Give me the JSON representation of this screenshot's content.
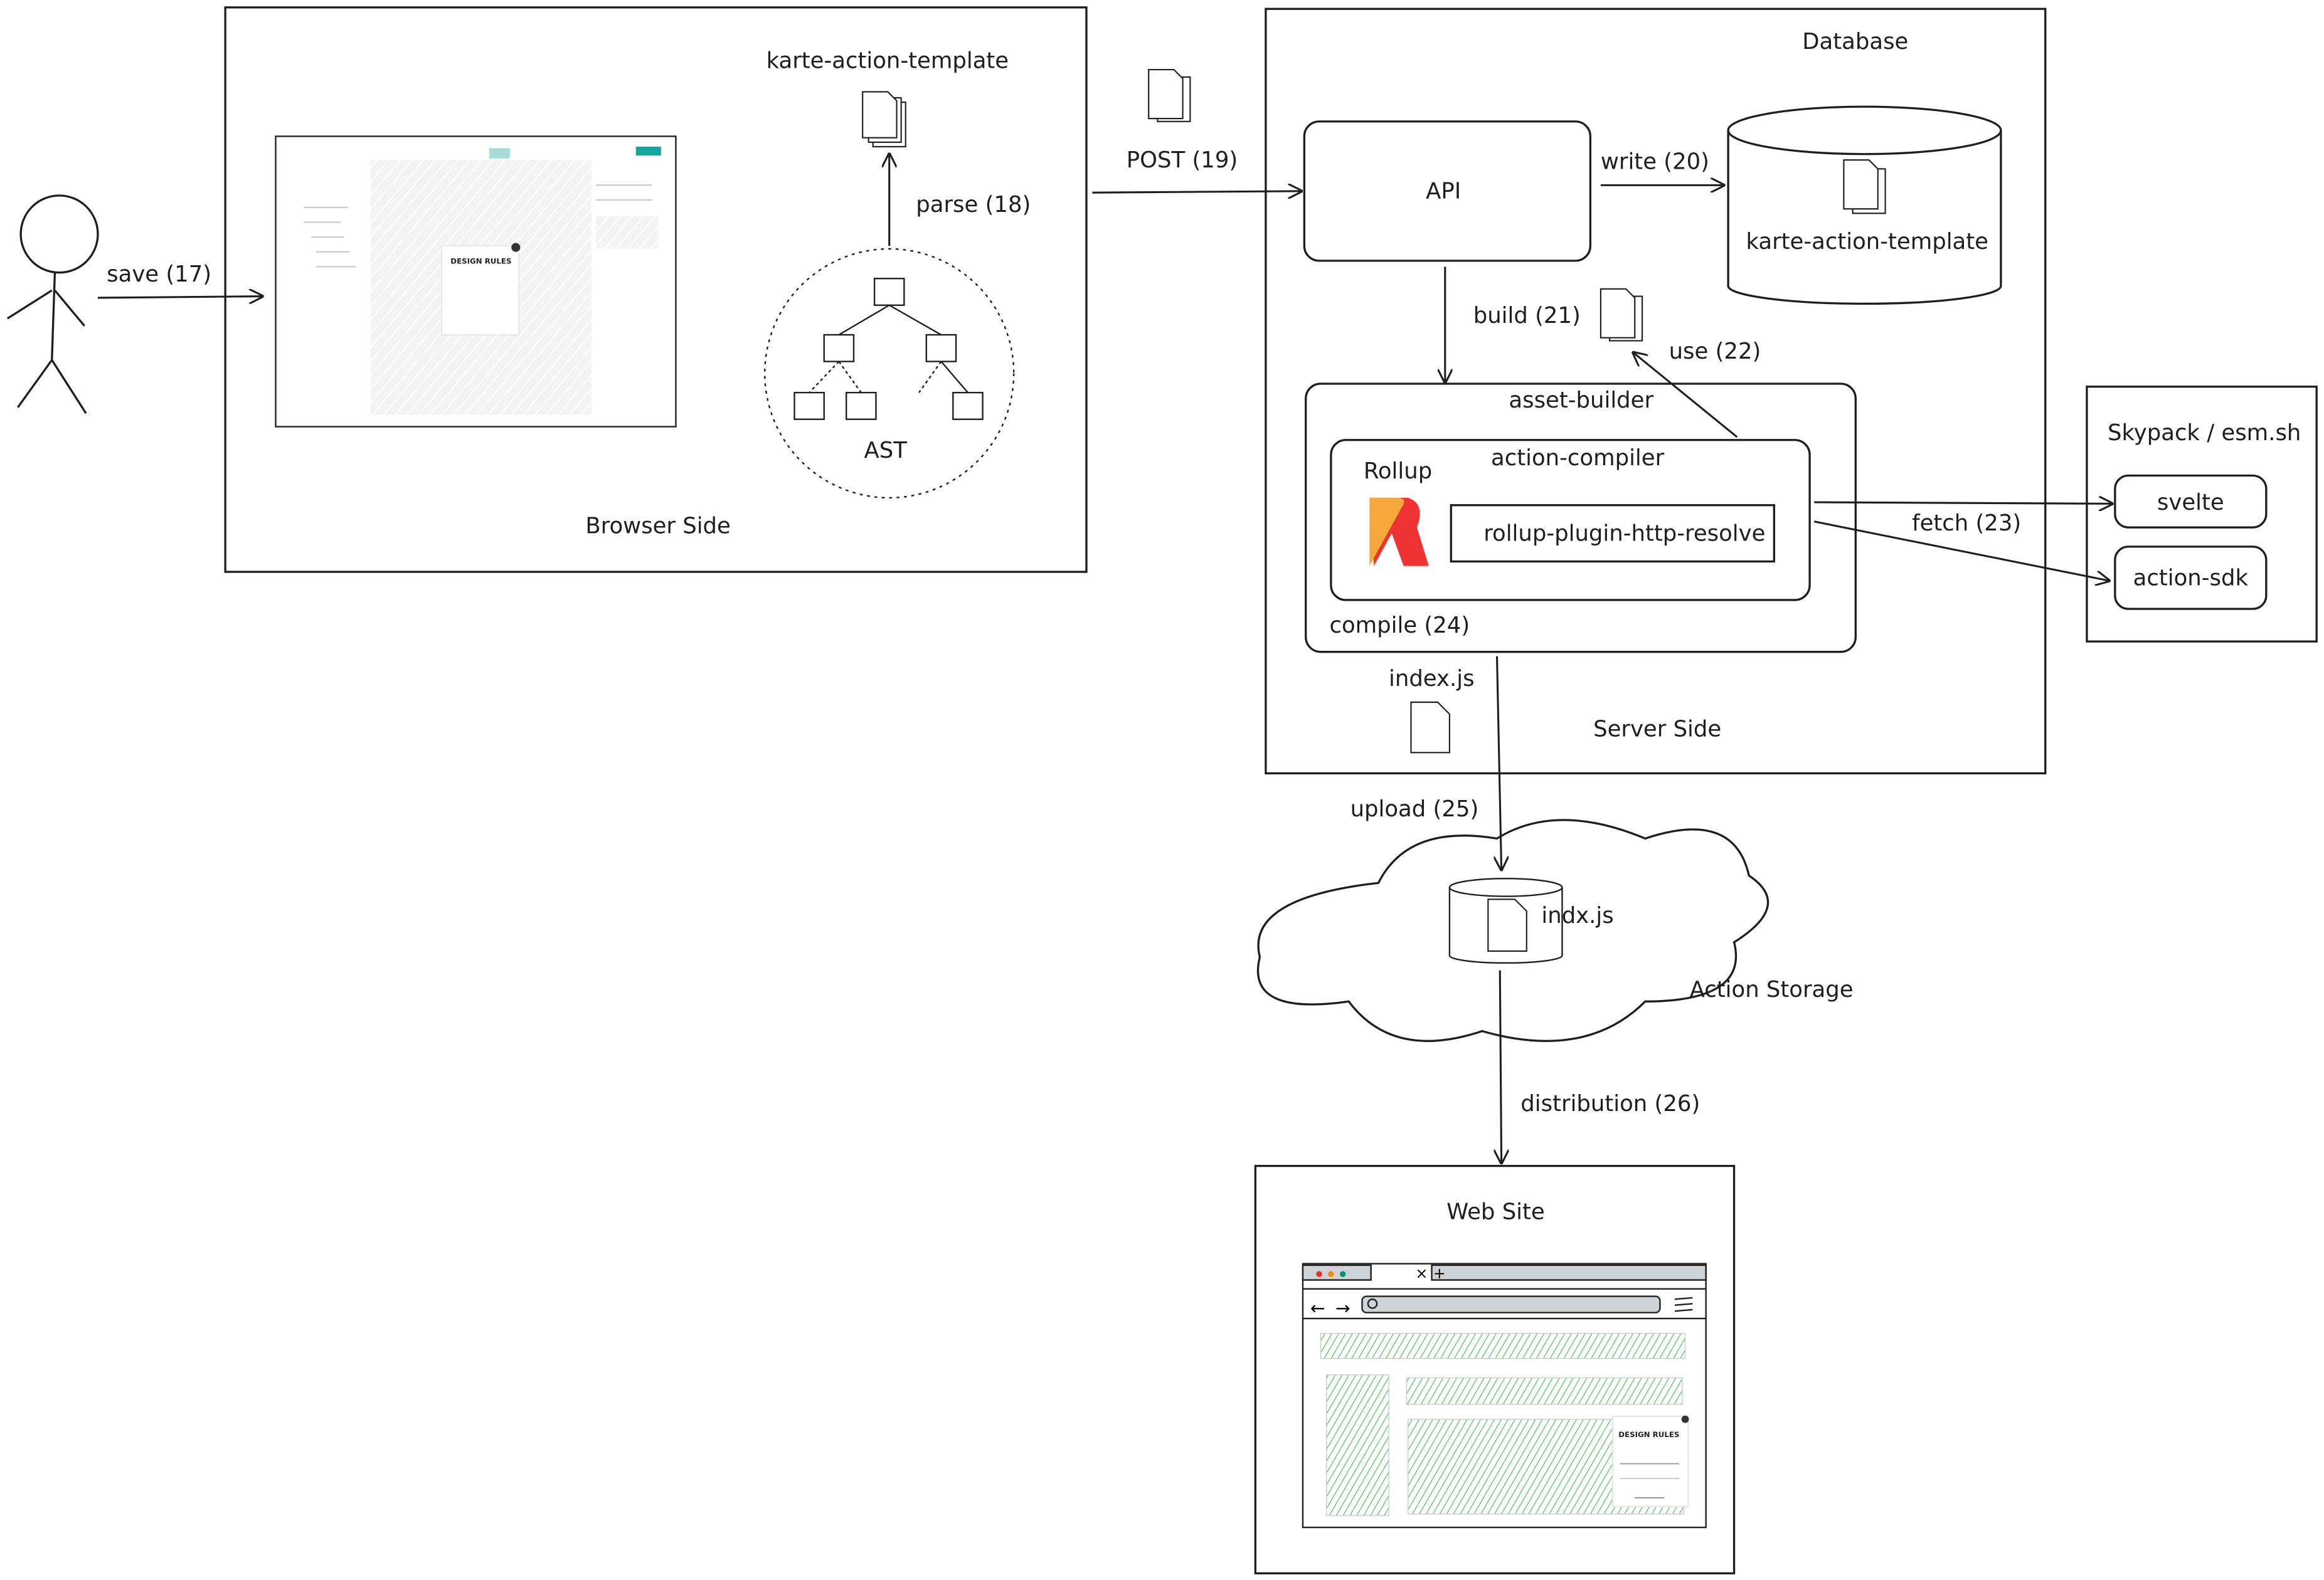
{
  "actor": {
    "label": "save (17)"
  },
  "browser_side": {
    "label": "Browser Side",
    "template_label": "karte-action-template",
    "parse_label": "parse (18)",
    "ast_label": "AST",
    "editor_preview": {
      "headline": "DESIGN RULES"
    }
  },
  "post_label": "POST (19)",
  "server_side": {
    "label": "Server Side",
    "database_label": "Database",
    "api_label": "API",
    "write_label": "write (20)",
    "db_item_label": "karte-action-template",
    "build_label": "build (21)",
    "use_label": "use (22)",
    "asset_builder_label": "asset-builder",
    "rollup_label": "Rollup",
    "action_compiler_label": "action-compiler",
    "plugin_label": "rollup-plugin-http-resolve",
    "compile_label": "compile (24)",
    "output_file_label": "index.js"
  },
  "cdn": {
    "label": "Skypack / esm.sh",
    "packages": [
      "svelte",
      "action-sdk"
    ],
    "fetch_label": "fetch (23)"
  },
  "upload_label": "upload (25)",
  "storage": {
    "label": "Action Storage",
    "file_label": "indx.js"
  },
  "distribution_label": "distribution (26)",
  "website": {
    "label": "Web Site",
    "popup_headline": "DESIGN RULES"
  },
  "colors": {
    "stroke": "#1e1e1e",
    "hatch_green": "#40c057",
    "rollup_red": "#ef3335",
    "rollup_orange": "#f7a83b"
  }
}
